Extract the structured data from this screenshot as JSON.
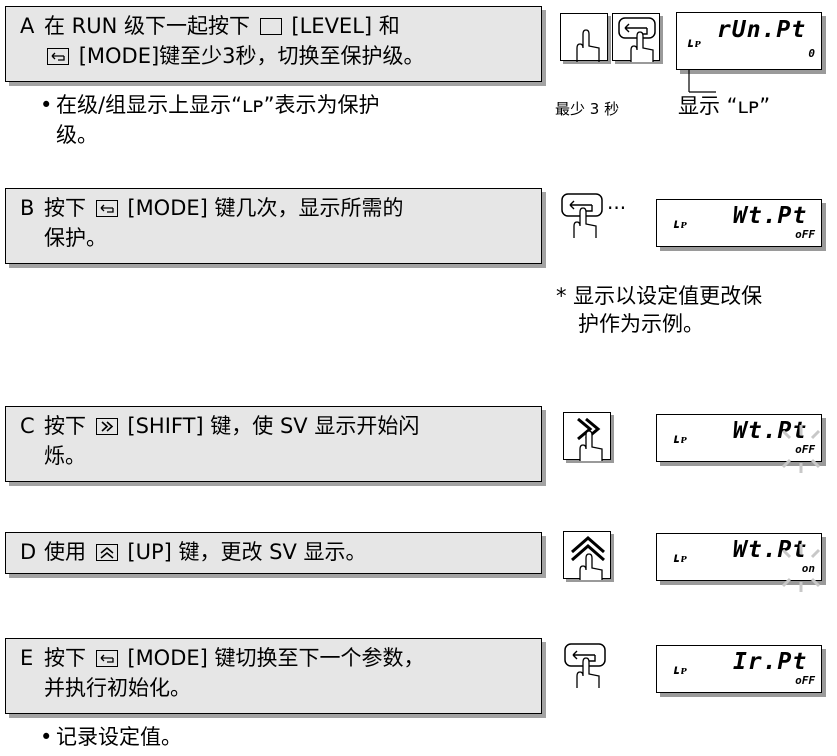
{
  "steps": {
    "a": {
      "letter": "A",
      "line1_pre": "在 RUN 级下一起按下",
      "line1_post": "[LEVEL] 和",
      "line2_post": "[MODE]键至少3秒，切换至保护级。"
    },
    "a_bullet": {
      "line1": "在级/组显示上显示“ʟᴘ”表示为保护",
      "line2": "级。"
    },
    "b": {
      "letter": "B",
      "line1_pre": "按下",
      "line1_post": "[MODE] 键几次，显示所需的",
      "line2": "保护。"
    },
    "b_note": {
      "line1": "* 显示以设定值更改保",
      "line2": "护作为示例。"
    },
    "c": {
      "letter": "C",
      "line1_pre": "按下",
      "line1_post": "[SHIFT] 键，使 SV 显示开始闪",
      "line2": "烁。"
    },
    "d": {
      "letter": "D",
      "line1_pre": "使用",
      "line1_post": "[UP] 键，更改 SV 显示。"
    },
    "e": {
      "letter": "E",
      "line1_pre": "按下",
      "line1_post": "[MODE] 键切换至下一个参数，",
      "line2": "并执行初始化。"
    },
    "e_bullet": {
      "line1": "记录设定值。"
    }
  },
  "captions": {
    "min3s": "最少 3 秒",
    "display_lp": "显示 “ʟᴘ”"
  },
  "displays": {
    "d1": {
      "level": "ʟᴘ",
      "pv": "rUn.Pt",
      "sv": "0"
    },
    "d2": {
      "level": "ʟᴘ",
      "pv": "Wt.Pt",
      "sv": "oFF"
    },
    "d3": {
      "level": "ʟᴘ",
      "pv": "Wt.Pt",
      "sv": "oFF"
    },
    "d4": {
      "level": "ʟᴘ",
      "pv": "Wt.Pt",
      "sv": "on"
    },
    "d5": {
      "level": "ʟᴘ",
      "pv": "Ir.Pt",
      "sv": "oFF"
    }
  },
  "ellipsis": "···",
  "icons": [
    "level-key-icon",
    "mode-key-icon",
    "shift-key-icon",
    "up-key-icon",
    "finger-press-icon",
    "blink-rays-icon"
  ]
}
